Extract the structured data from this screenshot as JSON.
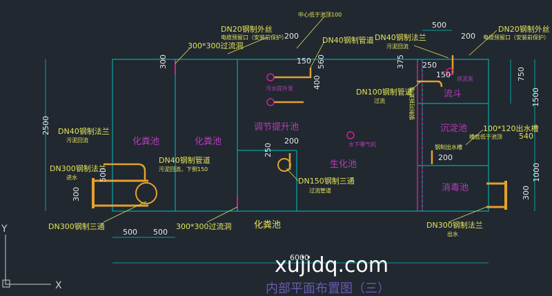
{
  "colors": {
    "background": "#212830",
    "wall": "#00c4c4",
    "pipe": "#e5a12c",
    "text_yellow": "#e3e35a",
    "text_magenta": "#b53db8",
    "dimension": "#e9e9e9",
    "fitting": "#d0209a"
  },
  "zones": {
    "septic_1": "化粪池",
    "septic_2": "化粪池",
    "septic_bottom": "化粪池",
    "regulating": "调节提升池",
    "biochem": "生化池",
    "sedimentation": "沉淀池",
    "disinfection": "消毒池",
    "flow_trough": "流斗"
  },
  "labels": {
    "center_low": "中心低于池顶100",
    "dn20_left_1": "DN20钢制外丝",
    "dn20_left_2": "电缆预留口（安装前保护）",
    "dn20_right_1": "DN20钢制外丝",
    "dn20_right_2": "电缆预留口（安装前保护）",
    "hole_top": "300*300过流洞",
    "hole_bottom": "300*300过流洞",
    "dn40_top": "DN40钢制管道",
    "dn40_right_1": "DN40钢制法兰",
    "dn40_right_2": "污泥回流",
    "dn40_left_1": "DN40钢制法兰",
    "dn40_left_2": "污泥回流",
    "dn40_mid_1": "DN40钢制管道",
    "dn40_mid_2": "污泥回流，下侧150",
    "dn100_1": "DN100钢制管道",
    "dn100_2": "过流",
    "dn300_in_1": "DN300钢制法兰",
    "dn300_in_2": "进水",
    "dn300_tee": "DN300钢制三通",
    "dn300_out_1": "DN300钢制法兰",
    "dn300_out_2": "出水",
    "dn150_1": "DN150钢制三通",
    "dn150_2": "过流管道",
    "weir_1": "100*120出水槽",
    "weir_2": "槽底低于池顶",
    "weir_3": "540",
    "pump_lift": "污水提升泵",
    "pump_sludge": "排泥泵",
    "aerator": "水下曝气机",
    "outlet_trough": "钢制出水槽",
    "vert_wall": "钢制可拆卸墙"
  },
  "dimensions": {
    "d500_top": "500",
    "d200_top_right": "200",
    "d200_top_left": "200",
    "d150": "150",
    "d560": "560",
    "d400": "400",
    "d375": "375",
    "d250_top": "250",
    "d150_right": "150",
    "d750": "750",
    "d1500": "1500",
    "d2500": "2500",
    "d300_left_top": "300",
    "d500_left": "500",
    "d300_left_bot": "300",
    "d200_mid": "200",
    "d250_mid": "250",
    "d200_mid2": "200",
    "d1000": "1000",
    "d300_right": "300",
    "d500_bot_a": "500",
    "d500_bot_b": "500",
    "d6000": "6000"
  },
  "title": "内部平面布置图（三）",
  "watermark": "xujidq.com",
  "axis": {
    "x": "X",
    "y": "Y"
  }
}
